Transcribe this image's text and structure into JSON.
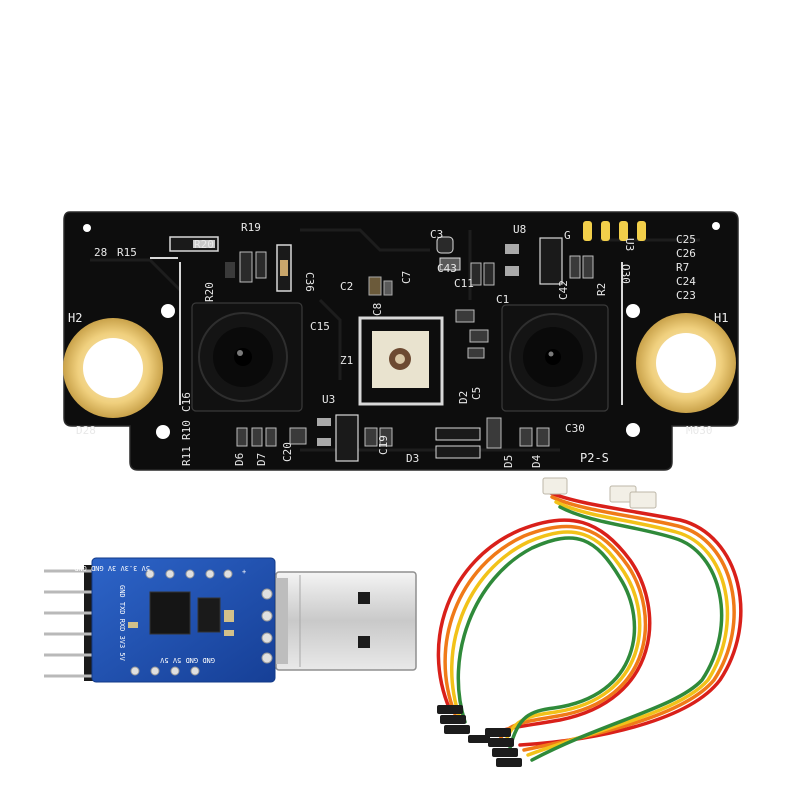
{
  "board": {
    "labels": {
      "h2": "H2",
      "h1": "H1",
      "d28": "D28",
      "m030": "M030",
      "n28": "28",
      "r15": "R15",
      "r19": "R19",
      "r20b": "R20",
      "c36": "C36",
      "r20": "R20",
      "c15": "C15",
      "c16": "C16",
      "c2": "C2",
      "c7": "C7",
      "c8": "C8",
      "c3": "C3",
      "c43": "C43",
      "c11": "C11",
      "c1": "C1",
      "u8": "U8",
      "c42": "C42",
      "r2": "R2",
      "u3r": "U3",
      "o30": "O30",
      "c25": "C25",
      "c26": "C26",
      "r7": "R7",
      "c24": "C24",
      "c23": "C23",
      "z1": "Z1",
      "u3": "U3",
      "c20": "C20",
      "c19": "C19",
      "d3": "D3",
      "d2": "D2",
      "c5": "C5",
      "d6": "D6",
      "d7": "D7",
      "r10": "R10",
      "r11": "R11",
      "c30": "C30",
      "d5": "D5",
      "d4": "D4",
      "p2s": "P2-S",
      "g": "G"
    }
  },
  "usb_adapter": {
    "top_pins": "5V 3.3V 3V GND GND",
    "left_pins": "GND TXD RXD 3V3 5V",
    "bottom_pins": "GND GND 5V 5V",
    "plus": "+"
  },
  "colors": {
    "pcb": "#0d0d0d",
    "pad_gold": "#f3d98a",
    "usb_pcb": "#1f4fb0",
    "usb_metal": "#dcdcdc",
    "wire_red": "#d9201a",
    "wire_orange": "#f07a18",
    "wire_yellow": "#f2c219",
    "wire_green": "#2f8a3a"
  }
}
